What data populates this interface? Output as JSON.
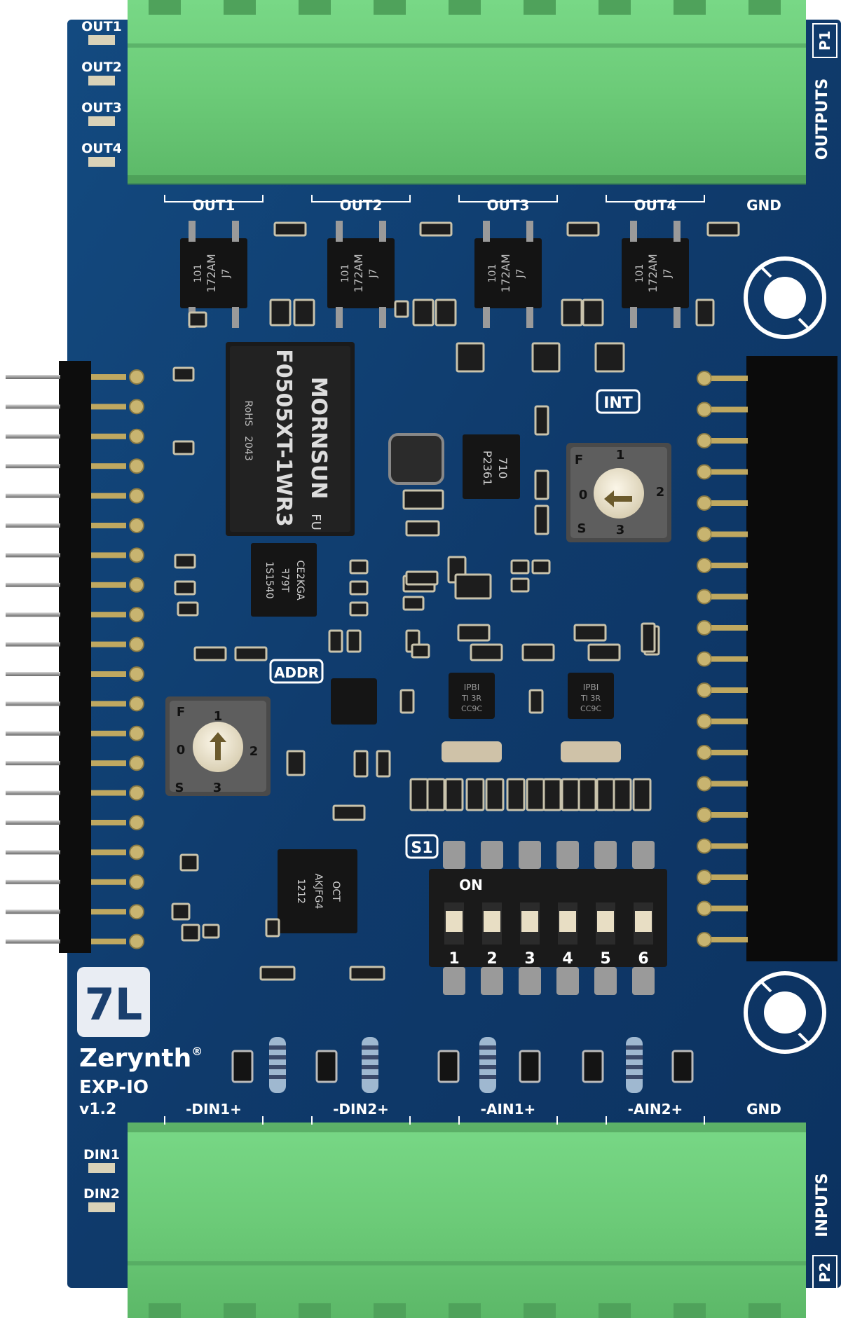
{
  "board": {
    "brand": "Zerynth",
    "brand_mark": "®",
    "model": "EXP-IO",
    "version": "v1.2",
    "logo_glyph": "7L",
    "pcb_color": "#0f3f73",
    "terminal_color": "#6fcf7a"
  },
  "top_connector": {
    "name": "OUTPUTS",
    "ref": "P1",
    "channels": [
      "OUT1",
      "OUT2",
      "OUT3",
      "OUT4"
    ],
    "gnd": "GND"
  },
  "bottom_connector": {
    "name": "INPUTS",
    "ref": "P2",
    "channels": [
      "-DIN1+",
      "-DIN2+",
      "-AIN1+",
      "-AIN2+"
    ],
    "gnd": "GND"
  },
  "leds": {
    "outputs": [
      "OUT1",
      "OUT2",
      "OUT3",
      "OUT4"
    ],
    "inputs": [
      "DIN1",
      "DIN2"
    ]
  },
  "optocouplers": {
    "line1": "101",
    "line2": "172AM",
    "line3": "J7"
  },
  "dcdc": {
    "maker": "MORNSUN",
    "model": "F0505XT-1WR3",
    "suffix": "FU",
    "lot": "2043",
    "rohs": "RoHS"
  },
  "isolator_ic": {
    "line1": "1S1540",
    "line2": "ꟻ79T",
    "line3": "CE2KGA"
  },
  "regulator": {
    "line1": "P2361",
    "line2": "710"
  },
  "labels": {
    "int": "INT",
    "addr": "ADDR",
    "s1": "S1",
    "dip_on": "ON"
  },
  "rotary_int": {
    "ticks": [
      "1",
      "2",
      "3",
      "0",
      "F",
      "S"
    ]
  },
  "rotary_addr": {
    "ticks": [
      "1",
      "2",
      "3",
      "0",
      "F",
      "S"
    ]
  },
  "adc_ic": {
    "line1": "IPBI",
    "line2": "TI 3R",
    "line3": "CC9C"
  },
  "mux_ic": {
    "line1": "1212",
    "line2": "AKJFG4",
    "line3": "OCT"
  },
  "dip_switch": {
    "positions": [
      "1",
      "2",
      "3",
      "4",
      "5",
      "6"
    ]
  }
}
